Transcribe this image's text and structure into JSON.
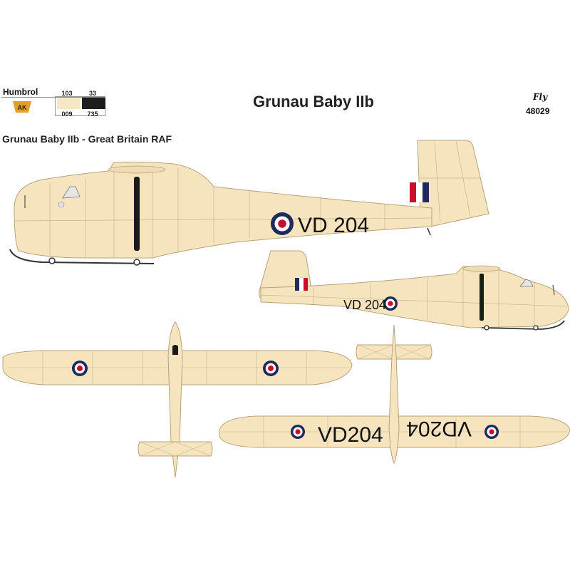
{
  "header": {
    "title": "Grunau Baby IIb",
    "brand": "Fly",
    "catalog_number": "48029",
    "subtitle": "Grunau Baby IIb - Great Britain RAF"
  },
  "paints": {
    "humbrol_label": "Humbrol",
    "humbrol_codes": [
      "103",
      "33"
    ],
    "ak_codes": [
      "009",
      "735"
    ],
    "colors": [
      "#f6e8c4",
      "#1d1d1d"
    ]
  },
  "markings": {
    "registration_side": "VD 204",
    "registration_side_small": "VD 204",
    "registration_wing": "VD204",
    "roundel_colors": {
      "outer": "#1e2a5c",
      "middle": "#ffffff",
      "inner": "#c8102e"
    },
    "fin_flash_colors": [
      "#c8102e",
      "#ffffff",
      "#1e2a5c"
    ],
    "airframe_color": "#f6e4be"
  }
}
